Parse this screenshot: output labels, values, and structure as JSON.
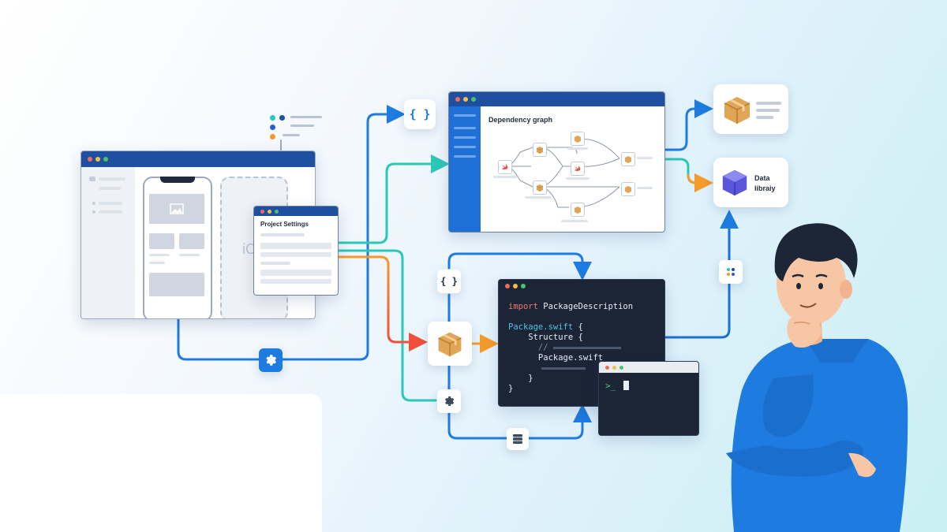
{
  "project_settings": {
    "title": "Project Settings"
  },
  "ios_preview": {
    "label": "iO"
  },
  "dependency_graph": {
    "title": "Dependency graph"
  },
  "data_library": {
    "label_line1": "Data",
    "label_line2": "libraiy"
  },
  "code_editor": {
    "lines": [
      {
        "kw": "import",
        "rest": " PackageDescription"
      },
      {
        "kw": "",
        "rest": ""
      },
      {
        "kw": "Package.swift",
        "rest": " {"
      },
      {
        "kw": "",
        "rest": "    Structure {"
      },
      {
        "kw": "",
        "rest": "      //"
      },
      {
        "kw": "",
        "rest": "      Package.swift"
      },
      {
        "kw": "",
        "rest": ""
      },
      {
        "kw": "",
        "rest": "    }"
      },
      {
        "kw": "",
        "rest": "}"
      }
    ]
  },
  "terminal": {
    "prompt": ">_"
  },
  "icons": {
    "braces": "{ }",
    "gear": "gear-icon",
    "package": "package-icon",
    "server": "server-icon"
  },
  "colors": {
    "blue": "#1e7be0",
    "teal": "#2cc7b8",
    "orange": "#f39a2a",
    "red": "#ef4f3b",
    "navy": "#1f4fa0",
    "code_bg": "#1b2536"
  }
}
